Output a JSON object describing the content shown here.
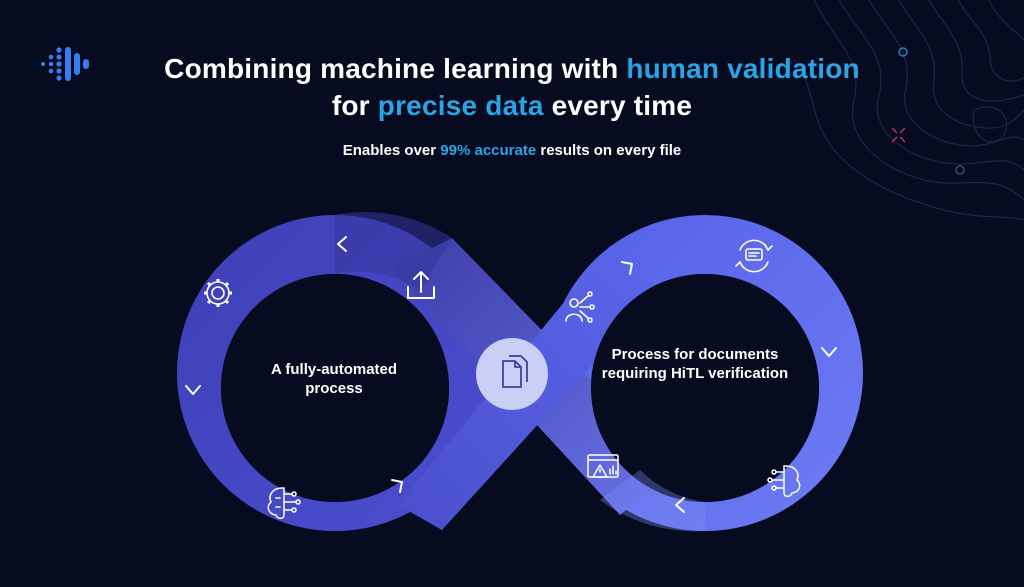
{
  "header": {
    "title_parts": [
      {
        "text": "Combining machine learning with ",
        "highlight": false
      },
      {
        "text": "human validation",
        "highlight": true
      },
      {
        "text": " for ",
        "highlight": false
      },
      {
        "text": "precise data",
        "highlight": true
      },
      {
        "text": " every time",
        "highlight": false
      }
    ],
    "subtitle_parts": [
      {
        "text": "Enables over ",
        "highlight": false
      },
      {
        "text": "99% accurate",
        "highlight": true
      },
      {
        "text": " results on every file",
        "highlight": false
      }
    ]
  },
  "diagram": {
    "left_loop_label": "A fully-automated process",
    "right_loop_label": "Process for documents requiring HiTL verification",
    "center_icon": "documents-icon",
    "left_loop_icons": [
      "gear-icon",
      "upload-icon",
      "ai-brain-circuit-icon"
    ],
    "right_loop_icons": [
      "chat-refresh-icon",
      "human-network-icon",
      "ai-head-circuit-icon",
      "alert-dashboard-icon"
    ]
  },
  "colors": {
    "background": "#060b1f",
    "highlight": "#2aa4e6",
    "left_loop": "#4448c6",
    "right_loop": "#5a66ec",
    "center_node": "#c9cff5"
  }
}
